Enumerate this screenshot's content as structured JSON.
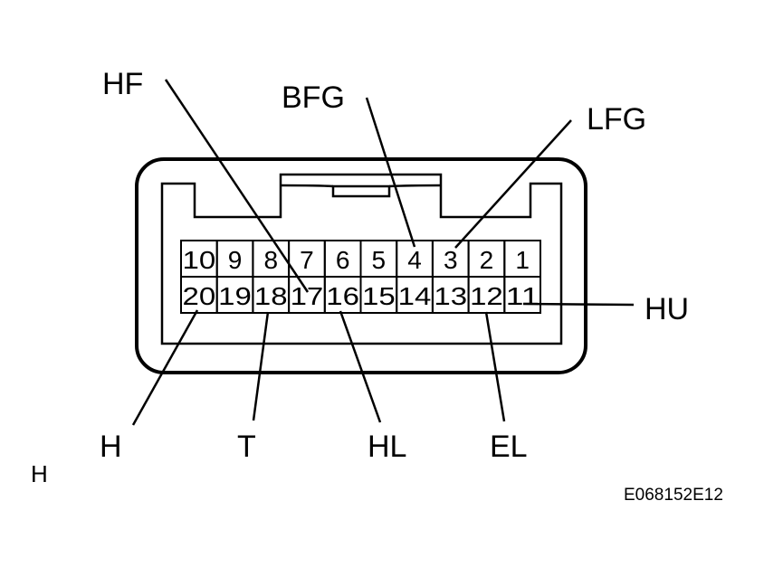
{
  "connector": {
    "top_row": [
      "10",
      "9",
      "8",
      "7",
      "6",
      "5",
      "4",
      "3",
      "2",
      "1"
    ],
    "bottom_row": [
      "20",
      "19",
      "18",
      "17",
      "16",
      "15",
      "14",
      "13",
      "12",
      "11"
    ]
  },
  "callouts": [
    {
      "label": "HF",
      "pin": "17"
    },
    {
      "label": "BFG",
      "pin": "4"
    },
    {
      "label": "LFG",
      "pin": "3"
    },
    {
      "label": "HU",
      "pin": "11"
    },
    {
      "label": "H",
      "pin": "20"
    },
    {
      "label": "T",
      "pin": "18"
    },
    {
      "label": "HL",
      "pin": "16"
    },
    {
      "label": "EL",
      "pin": "12"
    }
  ],
  "side_note": "H",
  "figure_code": "E068152E12",
  "colors": {
    "line": "#000000",
    "background": "#ffffff"
  }
}
